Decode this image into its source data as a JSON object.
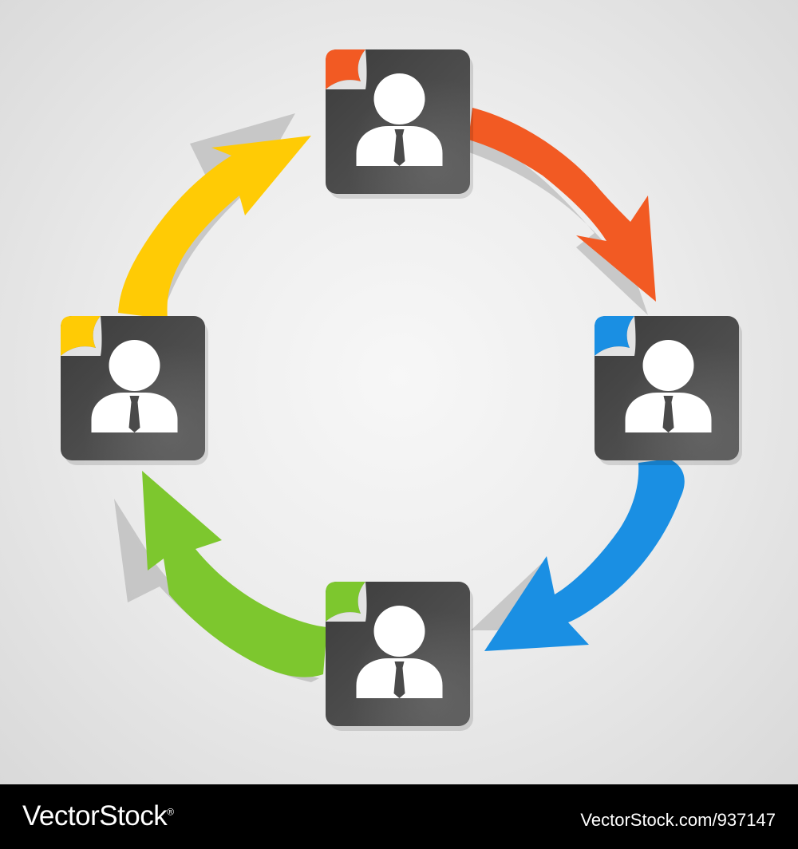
{
  "diagram": {
    "nodes": [
      {
        "id": "top",
        "icon": "person-icon",
        "corner_color": "#f25a23"
      },
      {
        "id": "right",
        "icon": "person-icon",
        "corner_color": "#1a8fe3"
      },
      {
        "id": "bottom",
        "icon": "person-icon",
        "corner_color": "#7dc72e"
      },
      {
        "id": "left",
        "icon": "person-icon",
        "corner_color": "#ffcb05"
      }
    ],
    "edges": [
      {
        "from": "top",
        "to": "right",
        "color": "#f25a23"
      },
      {
        "from": "right",
        "to": "bottom",
        "color": "#1a8fe3"
      },
      {
        "from": "bottom",
        "to": "left",
        "color": "#7dc72e"
      },
      {
        "from": "left",
        "to": "top",
        "color": "#ffcb05"
      }
    ],
    "card_color": "#4a4a4a"
  },
  "footer": {
    "brand": "VectorStock",
    "brand_mark": "®",
    "credit": "VectorStock.com/937147"
  }
}
